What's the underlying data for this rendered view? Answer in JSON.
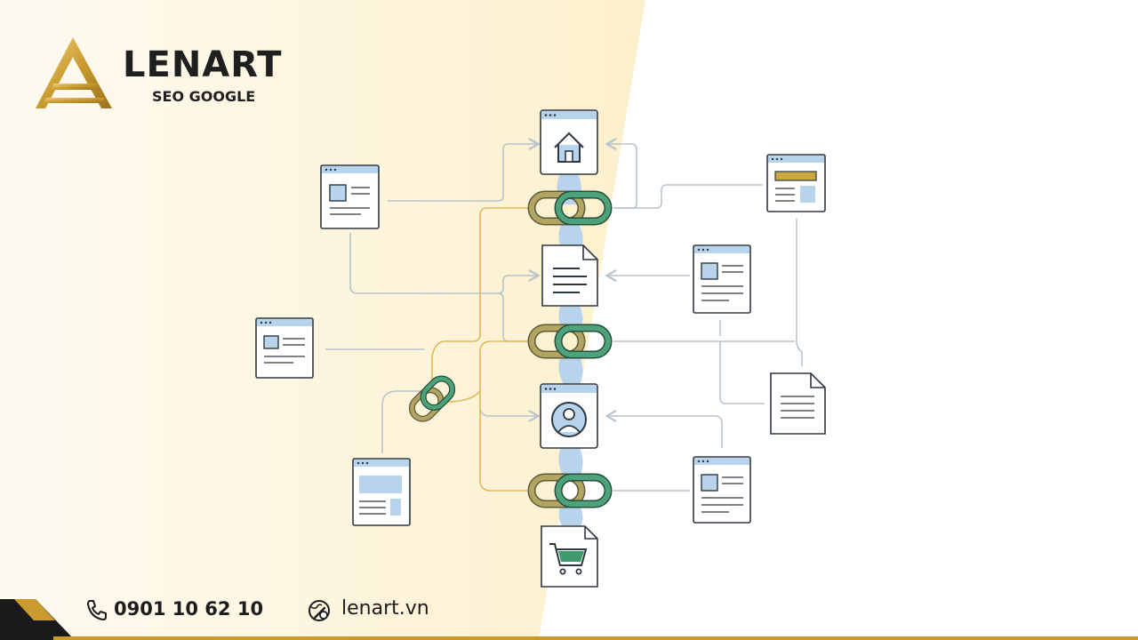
{
  "brand": {
    "name": "LENART",
    "subtitle": "SEO GOOGLE"
  },
  "contact": {
    "phone": "0901 10 62 10",
    "website": "lenart.vn",
    "phone_icon": "phone-icon",
    "website_icon": "globe-link-icon"
  },
  "colors": {
    "gold": "#c99a2e",
    "chain_green": "#3f9a6e",
    "chain_olive": "#a99a55",
    "page_header_blue": "#b8d4ec",
    "connector_gray": "#b9c4cc",
    "connector_gold": "#e0b95a"
  },
  "diagram": {
    "nodes": [
      {
        "id": "home",
        "icon": "home-icon"
      },
      {
        "id": "article",
        "icon": "document-icon"
      },
      {
        "id": "profile",
        "icon": "user-icon"
      },
      {
        "id": "shop",
        "icon": "shopping-cart-icon"
      },
      {
        "id": "ext-1",
        "icon": "webpage-icon"
      },
      {
        "id": "ext-2",
        "icon": "webpage-icon"
      },
      {
        "id": "ext-3",
        "icon": "webpage-icon"
      },
      {
        "id": "ext-4",
        "icon": "webpage-banner-icon"
      },
      {
        "id": "ext-5",
        "icon": "webpage-banner-icon"
      },
      {
        "id": "ext-6",
        "icon": "webpage-icon"
      },
      {
        "id": "ext-7",
        "icon": "document-icon"
      },
      {
        "id": "ext-8",
        "icon": "webpage-icon"
      }
    ],
    "chain_links": 4
  }
}
